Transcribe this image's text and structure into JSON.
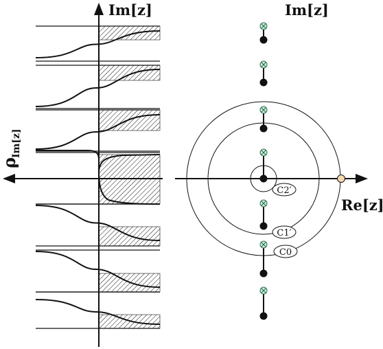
{
  "left_panel": {
    "y_axis_label": "Im[z]",
    "x_axis_label_main": "ρ",
    "x_axis_label_sub": "Im[z]"
  },
  "right_panel": {
    "y_axis_label": "Im[z]",
    "x_axis_label": "Re[z]",
    "contours": [
      {
        "label": "C2′"
      },
      {
        "label": "C1′"
      },
      {
        "label": "C0"
      }
    ],
    "colors": {
      "pole_fill": "#111111",
      "zero_fill": "#c8eedc",
      "marked_point_fill": "#f8d8b0"
    }
  }
}
